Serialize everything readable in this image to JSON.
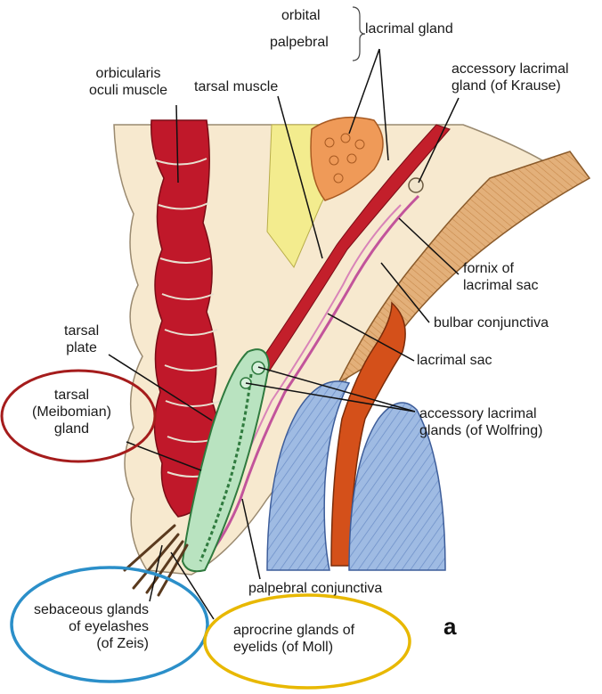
{
  "labels": {
    "orbital": "orbital",
    "palpebral": "palpebral",
    "lacrimal_gland": "lacrimal gland",
    "orbicularis": [
      "orbicularis",
      "oculi muscle"
    ],
    "tarsal_muscle": "tarsal muscle",
    "accessory_krause": [
      "accessory lacrimal",
      "gland (of Krause)"
    ],
    "fornix": [
      "fornix of",
      "lacrimal sac"
    ],
    "bulbar_conjunctiva": "bulbar conjunctiva",
    "lacrimal_sac": "lacrimal sac",
    "tarsal_plate": [
      "tarsal",
      "plate"
    ],
    "tarsal_gland": [
      "tarsal",
      "(Meibomian)",
      "gland"
    ],
    "accessory_wolfring": [
      "accessory lacrimal",
      "glands (of Wolfring)"
    ],
    "palpebral_conjunctiva": "palpebral conjunctiva",
    "sebaceous": [
      "sebaceous glands",
      "of eyelashes",
      "(of Zeis)"
    ],
    "aprocrine": [
      "aprocrine glands of",
      "eyelids (of Moll)"
    ],
    "panel": "a"
  },
  "highlight_colors": {
    "tarsal_gland": "#a51c1c",
    "sebaceous": "#2b8fc9",
    "aprocrine": "#e8b800"
  }
}
